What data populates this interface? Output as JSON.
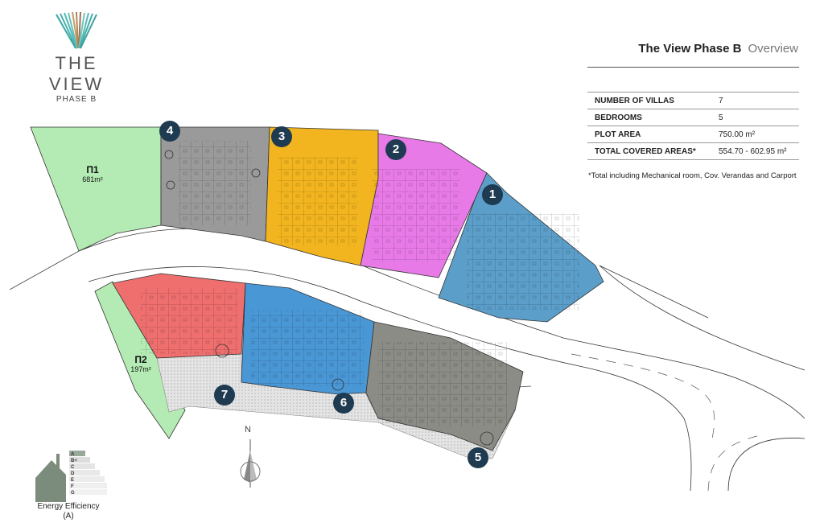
{
  "logo": {
    "name": "THE VIEW",
    "sub": "PHASE B"
  },
  "heading": {
    "title": "The View Phase B",
    "subtitle": "Overview"
  },
  "stats": [
    {
      "label": "NUMBER OF VILLAS",
      "value": "7"
    },
    {
      "label": "BEDROOMS",
      "value": "5"
    },
    {
      "label": "PLOT AREA",
      "value": "750.00 m²"
    },
    {
      "label": "TOTAL COVERED AREAS*",
      "value": "554.70 - 602.95 m²"
    }
  ],
  "note": "*Total including Mechanical room, Cov. Verandas and Carport",
  "plots": [
    {
      "name": "Π1",
      "area": "681m²"
    },
    {
      "name": "Π2",
      "area": "197m²"
    }
  ],
  "villas": [
    "1",
    "2",
    "3",
    "4",
    "5",
    "6",
    "7"
  ],
  "villa_colors": {
    "1": "#5b9ec9",
    "2": "#e87ae8",
    "3": "#f2b51f",
    "4": "#9a9a9a",
    "5": "#8c8c86",
    "6": "#4a97d6",
    "7": "#ef6f6f"
  },
  "compass": {
    "label": "N"
  },
  "energy": {
    "classes": [
      "A",
      "B+",
      "C",
      "D",
      "E",
      "F",
      "G"
    ],
    "label": "Energy Efficiency",
    "rating": "(A)"
  }
}
